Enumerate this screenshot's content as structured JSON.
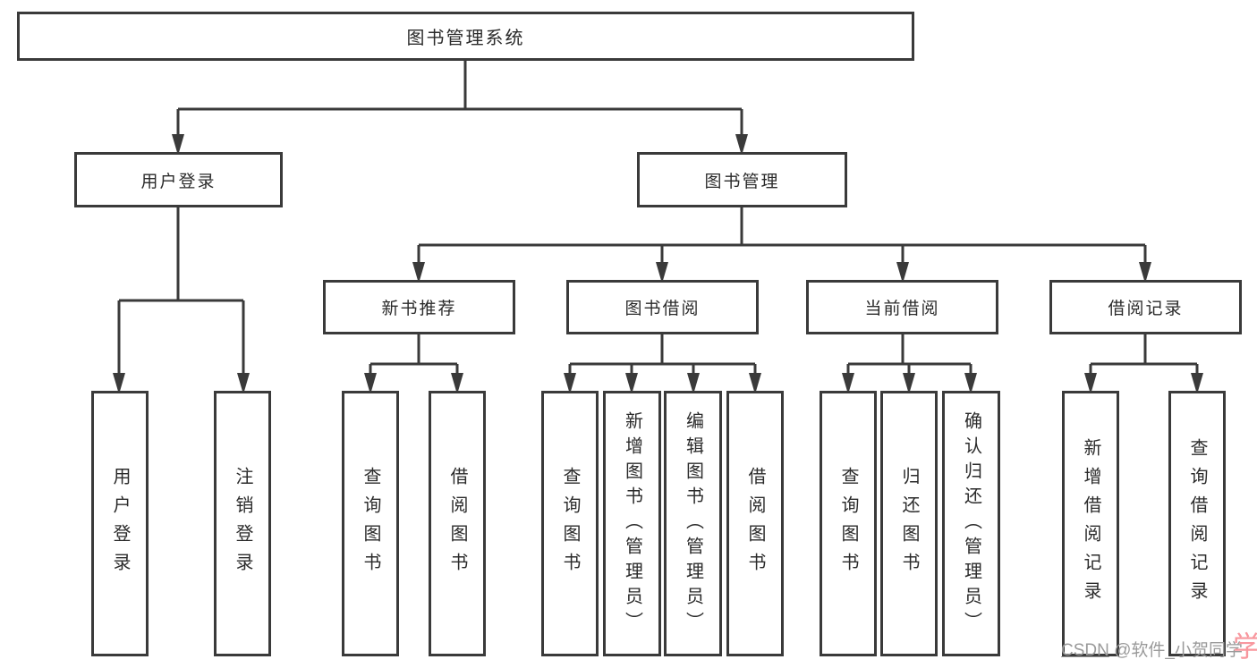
{
  "nodes": {
    "root": "图书管理系统",
    "level2": [
      "用户登录",
      "图书管理"
    ],
    "level3": [
      "新书推荐",
      "图书借阅",
      "当前借阅",
      "借阅记录"
    ],
    "leaves": {
      "user": [
        "用户登录",
        "注销登录"
      ],
      "recommend": [
        "查询图书",
        "借阅图书"
      ],
      "borrow": [
        "查询图书",
        "新增图书（管理员）",
        "编辑图书（管理员）",
        "借阅图书"
      ],
      "current": [
        "查询图书",
        "归还图书",
        "确认归还（管理员）"
      ],
      "records": [
        "新增借阅记录",
        "查询借阅记录"
      ]
    }
  },
  "watermark": {
    "prefix": "CSDN",
    "handle": " @软件_小贺同学",
    "accent_glyph": "学"
  },
  "colors": {
    "bg": "#ffffff",
    "line": "#3a3a3a",
    "text": "#2b2b2b",
    "watermark": "#9a9a9a",
    "accent": "#f8979e"
  }
}
